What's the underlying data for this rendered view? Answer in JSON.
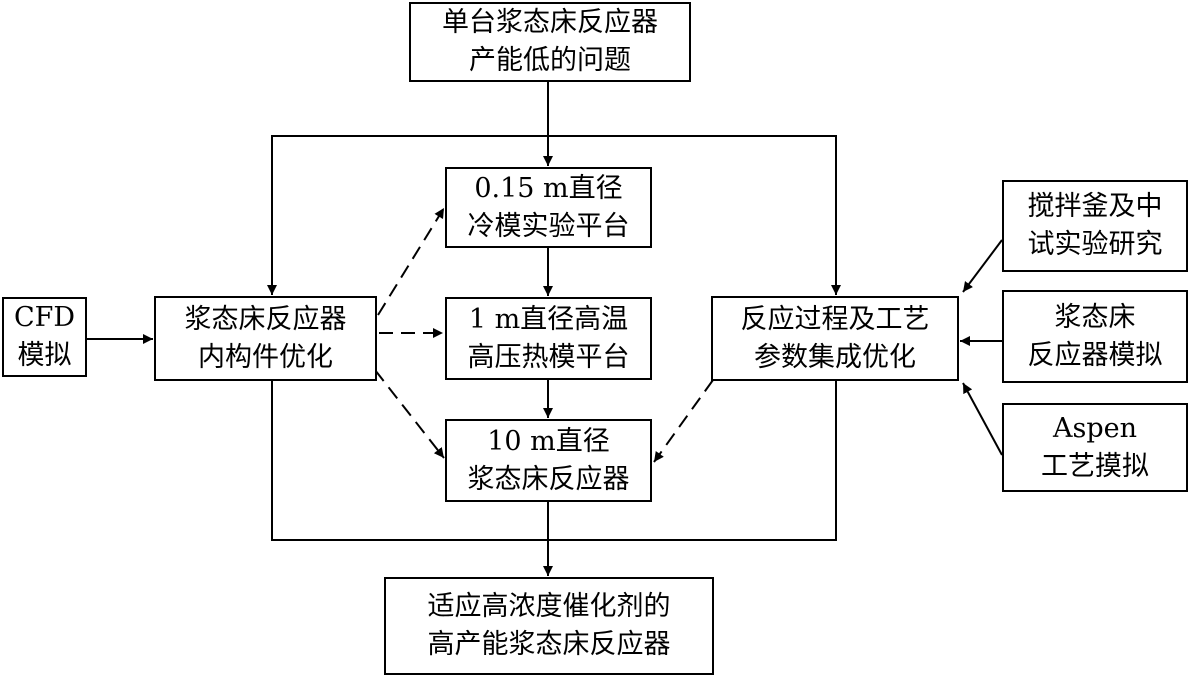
{
  "nodes": {
    "problem": {
      "line1": "单台浆态床反应器",
      "line2": "产能低的问题"
    },
    "cold_model": {
      "line1": "0.15 m直径",
      "line2": "冷模实验平台"
    },
    "hot_model": {
      "line1": "1 m直径高温",
      "line2": "高压热模平台"
    },
    "reactor_10m": {
      "line1": "10 m直径",
      "line2": "浆态床反应器"
    },
    "result": {
      "line1": "适应高浓度催化剂的",
      "line2": "高产能浆态床反应器"
    },
    "cfd": {
      "line1": "CFD",
      "line2": "模拟"
    },
    "internals": {
      "line1": "浆态床反应器",
      "line2": "内构件优化"
    },
    "process_opt": {
      "line1": "反应过程及工艺",
      "line2": "参数集成优化"
    },
    "stirred_tank": {
      "line1": "搅拌釜及中",
      "line2": "试实验研究"
    },
    "reactor_sim": {
      "line1": "浆态床",
      "line2": "反应器模拟"
    },
    "aspen": {
      "line1": "Aspen",
      "line2": "工艺摸拟"
    }
  }
}
